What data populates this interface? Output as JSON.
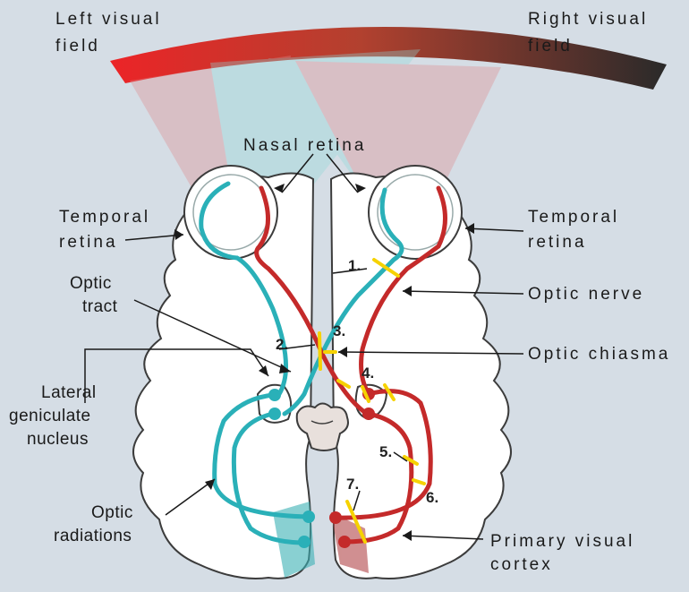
{
  "labels": {
    "left_visual_field": [
      "Left visual",
      "field"
    ],
    "right_visual_field": [
      "Right visual",
      "field"
    ],
    "nasal_retina": "Nasal retina",
    "temporal_retina_left": [
      "Temporal",
      "retina"
    ],
    "temporal_retina_right": [
      "Temporal",
      "retina"
    ],
    "optic_tract": [
      "Optic",
      "tract"
    ],
    "optic_nerve": "Optic nerve",
    "optic_chiasma": "Optic chiasma",
    "lateral_geniculate_nucleus": [
      "Lateral",
      "geniculate",
      "nucleus"
    ],
    "optic_radiations": [
      "Optic",
      "radiations"
    ],
    "primary_visual_cortex": [
      "Primary visual",
      "cortex"
    ]
  },
  "lesions": [
    "1.",
    "2.",
    "3.",
    "4.",
    "5.",
    "6.",
    "7."
  ],
  "colors": {
    "background": "#d5dde5",
    "left_field_red": "#e8262a",
    "right_field_dark": "#2e2c2c",
    "left_pathway_teal": "#2ab0b8",
    "right_pathway_red": "#c42a2a",
    "lesion_yellow": "#f6d200"
  }
}
